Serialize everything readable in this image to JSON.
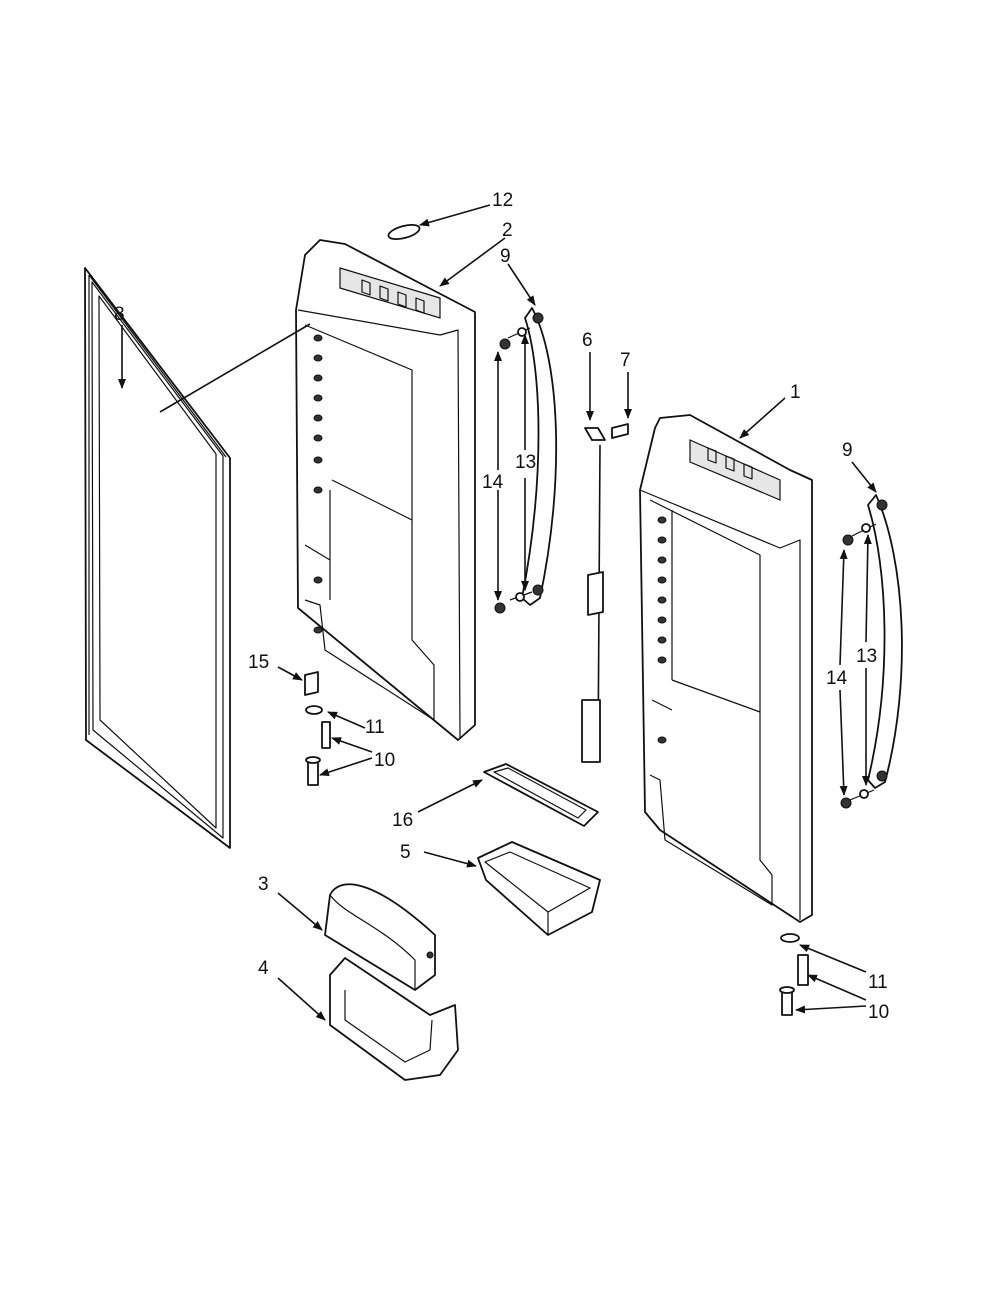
{
  "diagram": {
    "callouts": [
      {
        "id": "callout-12",
        "text": "12"
      },
      {
        "id": "callout-2",
        "text": "2"
      },
      {
        "id": "callout-9-left",
        "text": "9"
      },
      {
        "id": "callout-8",
        "text": "8"
      },
      {
        "id": "callout-6",
        "text": "6"
      },
      {
        "id": "callout-7",
        "text": "7"
      },
      {
        "id": "callout-1",
        "text": "1"
      },
      {
        "id": "callout-9-right",
        "text": "9"
      },
      {
        "id": "callout-14-left",
        "text": "14"
      },
      {
        "id": "callout-13-left",
        "text": "13"
      },
      {
        "id": "callout-14-right",
        "text": "14"
      },
      {
        "id": "callout-13-right",
        "text": "13"
      },
      {
        "id": "callout-15",
        "text": "15"
      },
      {
        "id": "callout-11-left",
        "text": "11"
      },
      {
        "id": "callout-10-left",
        "text": "10"
      },
      {
        "id": "callout-16",
        "text": "16"
      },
      {
        "id": "callout-5",
        "text": "5"
      },
      {
        "id": "callout-3",
        "text": "3"
      },
      {
        "id": "callout-4",
        "text": "4"
      },
      {
        "id": "callout-11-right",
        "text": "11"
      },
      {
        "id": "callout-10-right",
        "text": "10"
      }
    ]
  }
}
